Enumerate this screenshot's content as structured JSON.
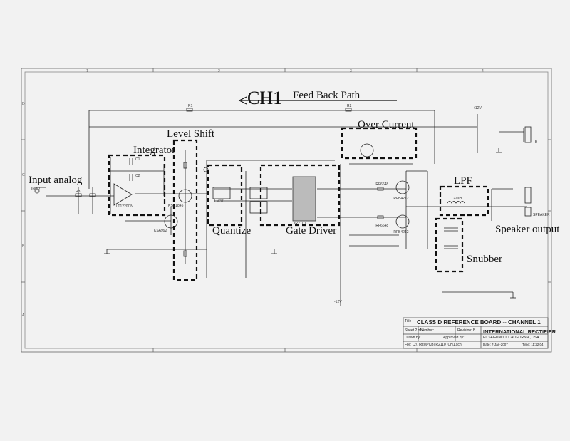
{
  "labels": {
    "ch1": "CH1",
    "feedback": "Feed Back Path",
    "over_current": "Over Current",
    "level_shift": "Level Shift",
    "integrator": "Integrator",
    "input_analog": "Input analog",
    "lpf": "LPF",
    "quantize": "Quantize",
    "gate_driver": "Gate Driver",
    "speaker_output": "Speaker output",
    "snubber": "Snubber"
  },
  "title_block": {
    "title_caption": "Title",
    "title": "CLASS D REFERENCE BOARD -- CHANNEL 1",
    "sheet": "Sheet 2   of 4",
    "number_caption": "Number:",
    "revision": "Revision: B",
    "drawn_by": "Drawn by:",
    "approved_by": "Approved by:",
    "file": "File: C:\\Tools\\PCB\\IR2110_CH1.sch",
    "company": "INTERNATIONAL RECTIFIER",
    "location": "EL SEGUNDO, CALIFORNIA, USA",
    "date": "Date: 7-Jan-2007",
    "time": "Time: 11:22:04"
  },
  "border": {
    "columns": [
      "1",
      "2",
      "3",
      "4"
    ],
    "rows": [
      "D",
      "C",
      "B",
      "A"
    ]
  },
  "components": {
    "opamp": "LT1220CN",
    "ic_driver": "IR2110",
    "q_top": "IRF6648",
    "q_bot": "IRF6648",
    "mosfet_top": "IRFB4212",
    "mosfet_bot": "IRFB4212",
    "transistor_ls1": "KSC1845",
    "transistor_ls2": "KSA992",
    "comparator": "LM311",
    "inductor": "22uH",
    "input_conn": "INPUT",
    "speaker_conn": "SPEAKER",
    "power_conn": "+B",
    "vcc": "+12V",
    "vee": "-12V",
    "resistor_fb": "R1",
    "resistor_r2": "R2",
    "resistor_r3": "R3",
    "cap_c1": "C1",
    "cap_c2": "C2"
  }
}
